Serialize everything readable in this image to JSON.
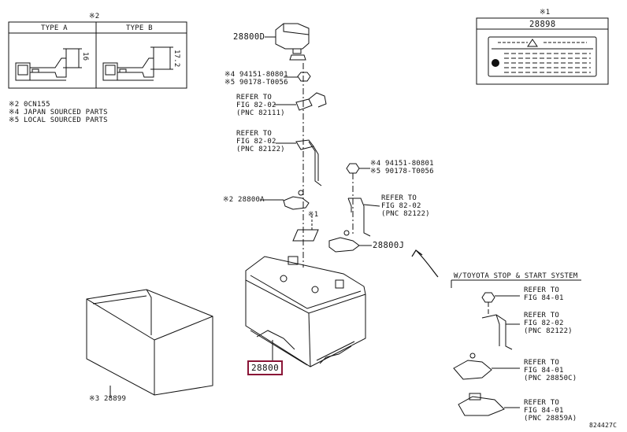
{
  "inset_type": {
    "mark": "※2",
    "type_a": "TYPE A",
    "type_b": "TYPE B",
    "dim_a": "16",
    "dim_b": "17.2"
  },
  "notes": [
    "※2 0CN155",
    "※4 JAPAN SOURCED PARTS",
    "※5 LOCAL SOURCED PARTS"
  ],
  "label_inset": {
    "mark": "※1",
    "part_number": "28898"
  },
  "parts": {
    "clamp_top": "28800D",
    "nut_callout": [
      "※4 94151-80801",
      "※5 90178-T0056"
    ],
    "refer_1": [
      "REFER TO",
      "FIG 82-02",
      "(PNC 82111)"
    ],
    "refer_2": [
      "REFER TO",
      "FIG 82-02",
      "(PNC 82122)"
    ],
    "terminal_a": "※2 28800A",
    "nut_callout_2": [
      "※4 94151-80801",
      "※5 90178-T0056"
    ],
    "refer_3": [
      "REFER TO",
      "FIG 82-02",
      "(PNC 82122)"
    ],
    "terminal_j": "28800J",
    "label_mark": "※1",
    "battery": "28800",
    "tray": "※3 28899"
  },
  "stop_start": {
    "title": "W/TOYOTA STOP & START SYSTEM",
    "refer_a": [
      "REFER TO",
      "FIG 84-01"
    ],
    "refer_b": [
      "REFER TO",
      "FIG 82-02",
      "(PNC 82122)"
    ],
    "refer_c": [
      "REFER TO",
      "FIG 84-01",
      "(PNC 28850C)"
    ],
    "refer_d": [
      "REFER TO",
      "FIG 84-01",
      "(PNC 28859A)"
    ]
  },
  "figure_code": "824427C",
  "colors": {
    "line": "#111111",
    "highlight": "#8a1537"
  }
}
